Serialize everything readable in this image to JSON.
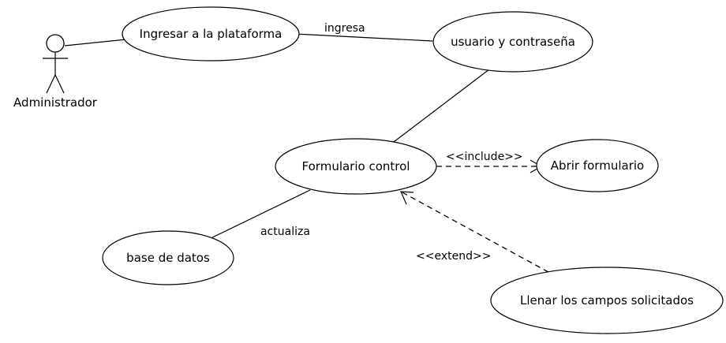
{
  "actor": {
    "name": "Administrador",
    "icon": "stick-figure-icon"
  },
  "use_cases": {
    "ingresar": "Ingresar a la plataforma",
    "usuario": "usuario y contraseña",
    "formulario": "Formulario control",
    "abrir": "Abrir formulario",
    "base": "base de datos",
    "llenar": "Llenar los campos solicitados"
  },
  "relations": {
    "ingresa": "ingresa",
    "include": "<<include>>",
    "extend": "<<extend>>",
    "actualiza": "actualiza"
  }
}
